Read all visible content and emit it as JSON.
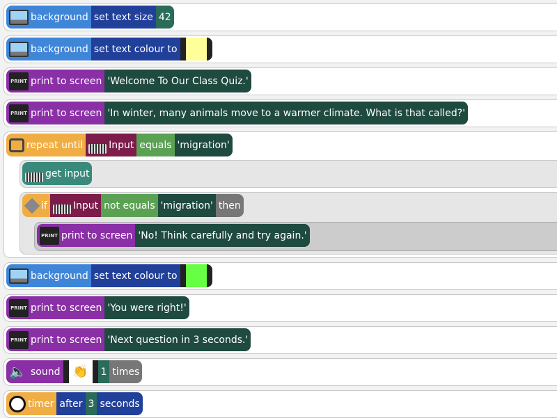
{
  "colors": {
    "background": "#3f86d9",
    "print": "#8a2fa6",
    "string": "#1f4a3f",
    "control": "#f0ad44"
  },
  "blocks": [
    {
      "obj": "background",
      "action": "set text size",
      "value": "42"
    },
    {
      "obj": "background",
      "action": "set text colour to",
      "colour": "#ffff99"
    },
    {
      "obj": "print to screen",
      "value": "'Welcome To Our Class Quiz.'"
    },
    {
      "obj": "print to screen",
      "value": "'In winter, many animals move to a warmer climate. What is that called?'"
    },
    {
      "obj": "repeat until",
      "var": "Input",
      "op": "equals",
      "value": "'migration'"
    },
    {
      "obj": "get input"
    },
    {
      "obj": "if",
      "var": "Input",
      "op": "not equals",
      "value": "'migration'",
      "then": "then"
    },
    {
      "obj": "print to screen",
      "value": "'No! Think carefully and try again.'"
    },
    {
      "obj": "background",
      "action": "set text colour to",
      "colour": "#66ff44"
    },
    {
      "obj": "print to screen",
      "value": "'You were right!'"
    },
    {
      "obj": "print to screen",
      "value": "'Next question in 3 seconds.'"
    },
    {
      "obj": "sound",
      "sound_icon": "clapping-hands",
      "count": "1",
      "unit": "times"
    },
    {
      "obj": "timer",
      "action": "after",
      "value": "3",
      "unit": "seconds"
    }
  ]
}
